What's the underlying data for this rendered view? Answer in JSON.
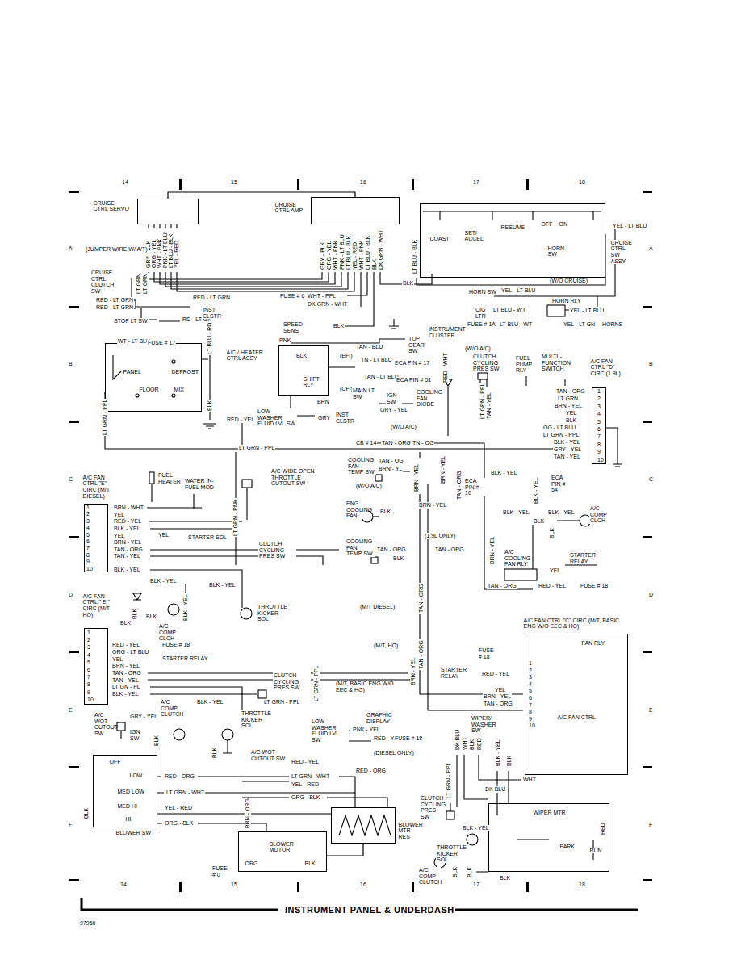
{
  "diagram": {
    "nodes": [
      {
        "text": [
          "CRUISE CTRL SERVO"
        ]
      },
      {
        "text": [
          "CRUISE CTRL AMP"
        ]
      },
      {
        "text": [
          "COAST",
          "SET/ ACCEL",
          "RESUME",
          "OFF",
          "ON",
          "HORN SW",
          "CRUISE CTRL SW ASSY"
        ]
      },
      {
        "text": [
          "A/C / HEATER CTRL ASSY",
          "PANEL",
          "DEFROST",
          "FLOOR",
          "MIX"
        ]
      },
      {
        "text": [
          "A/C FAN CTRL \"D\" CIRC (1.9L)"
        ]
      },
      {
        "text": [
          "A/C FAN CTRL \"E\" CIRC (M/T DIESEL)"
        ]
      },
      {
        "text": [
          "A/C FAN CTRL \" E \" CIRC (M/T HO)"
        ]
      },
      {
        "text": [
          "A/C FAN CTRL \"C\" CIRC (M/T, BASIC ENG W/O EEC & HO)",
          "FAN RLY",
          "A/C FAN CTRL"
        ]
      },
      {
        "text": [
          "WIPER MTR",
          "PARK",
          "RUN"
        ]
      },
      {
        "text": [
          "OFF",
          "LOW",
          "MED LOW",
          "MED HI",
          "HI",
          "BLOWER SW"
        ]
      },
      {
        "text": [
          "BLOWER MOTOR",
          "ORG",
          "BLK"
        ]
      },
      {
        "text": [
          "BLOWER MTR RES"
        ]
      },
      {
        "text": [
          "SHIFT RLY"
        ]
      }
    ],
    "edges": [
      {
        "from": 0,
        "to": 1,
        "arrow": "none"
      },
      {
        "from": 9,
        "to": 11,
        "arrow": "none"
      },
      {
        "from": 11,
        "to": 10,
        "arrow": "none"
      }
    ],
    "labels": [
      "14",
      "15",
      "16",
      "17",
      "18",
      "14",
      "15",
      "16",
      "17",
      "18",
      "A",
      "B",
      "C",
      "D",
      "E",
      "F",
      "A",
      "B",
      "C",
      "D",
      "E",
      "F",
      "INSTRUMENT PANEL & UNDERDASH",
      "97956",
      "GRY - BLK",
      "ORG - YEL",
      "WHT - PNK",
      "PNK - LT BLU",
      "LT BLU - BLK",
      "YEL - RED",
      "(JUMPER WIRE W/ A/T)",
      "CRUISE CTRL CLUTCH SW",
      "LT GRN",
      "LT GRN",
      "RED - LT GRN",
      "RED - LT GRN",
      "RED - LT GRN",
      "STOP LT SW",
      "RD - LT GN",
      "INST CLSTR",
      "LT BLU - RD",
      "GRY - BLK",
      "ORG - YEL",
      "WHT - PNK",
      "PNK - LT BLU",
      "LT BLU - BLK",
      "YEL - RED",
      "WHT - PNK",
      "LT BLU - BLK",
      "BLK",
      "DK GRN - WHT",
      "FUSE # 6",
      "WHT - PPL",
      "DK GRN - WHT",
      "SPEED SENS",
      "BLK",
      "LT BLU - BLK",
      "BLK",
      "(W/O CRUISE)",
      "HORN SW",
      "YEL - LT BLU",
      "YEL - LT BLU",
      "HORN RLY",
      "CIG LTR",
      "LT BLU - WT",
      "YEL - LT BLU",
      "FUSE # 1A",
      "LT BLU - WT",
      "YEL - LT GN",
      "HORNS",
      "WT - LT BLU",
      "FUSE # 17",
      "BLK",
      "LT GRN - PPL",
      "PNK",
      "TAN - BLU",
      "(EFI)",
      "BLK",
      "TN - LT BLU",
      "ECA PIN # 17",
      "TAN - LT BLU",
      "ECA PIN # 51",
      "(CFI)",
      "MAIN LT SW",
      "BRN",
      "TOP GEAR SW",
      "INSTRUMENT CLUSTER",
      "(W/O A/C)",
      "RED - WHT",
      "IGN SW",
      "GRY - YEL",
      "COOLING FAN DIODE",
      "GRY",
      "INST CLSTR",
      "LOW WASHER FLUID LVL SW",
      "RED - YEL",
      "CLUTCH CYCLING PRES SW",
      "LT GRN - PPL",
      "TAN - YEL",
      "FUEL PUMP RLY",
      "MULTI - FUNCTION SWITCH",
      "TAN - ORG",
      "LT GRN",
      "BRN - YEL",
      "YEL",
      "BLK",
      "OG - LT BLU",
      "LT GRN - PPL",
      "BLK - YEL",
      "GRY - YEL",
      "TAN - YEL",
      "1",
      "2",
      "3",
      "4",
      "5",
      "6",
      "7",
      "8",
      "9",
      "10",
      "(W/O A/C)",
      "CB # 14",
      "TAN - ORG",
      "TN - OG",
      "LT GRN - PPL",
      "FUEL HEATER",
      "WATER IN-FUEL MOD",
      "A/C WIDE OPEN THROTTLE CUTOUT SW",
      "COOLING FAN TEMP SW",
      "TAN - OG",
      "BRN - YL",
      "(W/O A/C)",
      "BRN - YEL",
      "BRN - YEL",
      "TAN - ORG",
      "ECA PIN # 10",
      "BLK - YEL",
      "ECA PIN # 54",
      "BLK - YEL",
      "BRN - WHT",
      "YEL",
      "RED - YEL",
      "BLK - YEL",
      "YEL",
      "BRN - YEL",
      "TAN - ORG",
      "TAN - YEL",
      "BLK - YEL",
      "1",
      "2",
      "3",
      "4",
      "5",
      "6",
      "7",
      "8",
      "9",
      "10",
      "YEL",
      "STARTER SOL",
      "LT GRN - PNK",
      "CLUTCH CYCLING PRES SW",
      "ENG COOLING FAN",
      "BLK",
      "BRN - YEL",
      "(1.9L ONLY)",
      "COOLING FAN TEMP SW",
      "TAN - ORG",
      "BLK",
      "TAN - ORG",
      "BLK - YEL",
      "BLK - YEL",
      "BLK",
      "A/C COMP CLCH",
      "BLK",
      "BRN - YEL",
      "A/C COOLING FAN RLY",
      "YEL",
      "STARTER RELAY",
      "TAN - ORG",
      "RED - YEL",
      "FUSE # 18",
      "BLK - YEL",
      "BLK - YEL",
      "BLK - YEL",
      "BLK",
      "BLK",
      "BLK",
      "A/C COMP CLCH",
      "THROTTLE KICKER SOL",
      "(M/T DIESEL)",
      "TAN - ORG",
      "RED - YEL",
      "ORG - LT BLU",
      "YEL",
      "BRN - YEL",
      "TAN - ORG",
      "TAN - YEL",
      "LT GN - PL",
      "BLK - YEL",
      "1",
      "2",
      "3",
      "4",
      "5",
      "6",
      "7",
      "8",
      "9",
      "10",
      "FUSE # 18",
      "STARTER RELAY",
      "(M/T, HO)",
      "BRN - YEL",
      "TAN - ORG",
      "CLUTCH CYCLING PRES SW",
      "(M/T, BASIC ENG W/O EEC & HO)",
      "LT GRN - PPL",
      "FUSE # 18",
      "STARTER RELAY",
      "RED - YEL",
      "YEL",
      "BRN - YEL",
      "TAN - ORG",
      "1",
      "2",
      "3",
      "4",
      "5",
      "6",
      "7",
      "8",
      "9",
      "10",
      "A/C WOT CUTOUT SW",
      "GRY - YEL",
      "IGN SW",
      "A/C COMP CLUTCH",
      "BLK - YEL",
      "THROTTLE KICKER SOL",
      "LT GRN - PPL",
      "BLK",
      "BLK",
      "GRAPHIC DISPLAY",
      "LOW WASHER FLUID LVL SW",
      "PNK - YEL",
      "RED - YEL",
      "FUSE # 18",
      "(DIESEL ONLY)",
      "A/C WOT CUTOUT SW",
      "RED - YEL",
      "RED - ORG",
      "WIPER/ WASHER SW",
      "DK BLU",
      "WHT",
      "BLK",
      "RED",
      "LT GRN - PPL",
      "BLK - YEL",
      "BLK",
      "WHT",
      "DK BLU",
      "RED",
      "RED - ORG",
      "LT GRN - WHT",
      "YEL - RED",
      "LT GRN - WHT",
      "ORG - BLK",
      "YEL - RED",
      "ORG - BLK",
      "BLK",
      "BRN - ORG",
      "FUSE # 0",
      "CLUTCH CYCLING PRES SW",
      "BLK - YEL",
      "THROTTLE KICKER SOL",
      "A/C COMP CLUTCH",
      "BLK",
      "BLK",
      "BLK"
    ]
  }
}
